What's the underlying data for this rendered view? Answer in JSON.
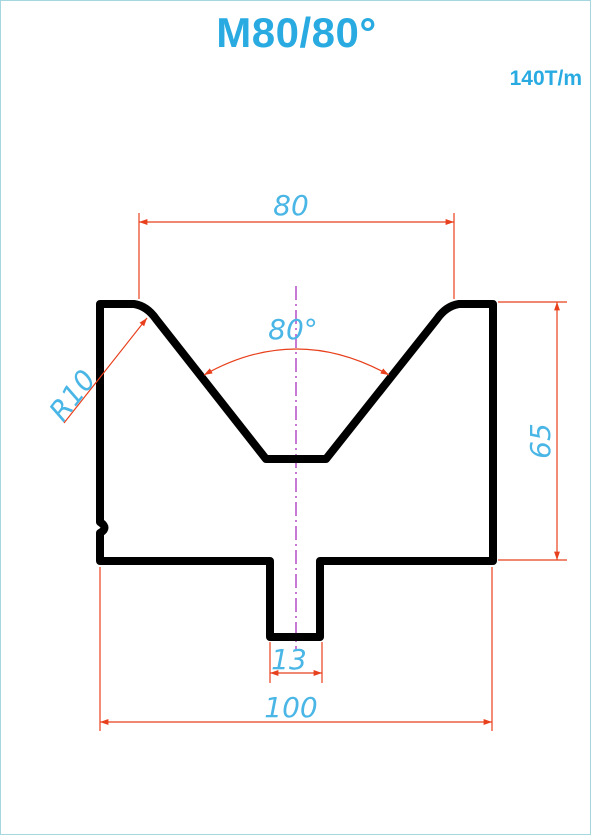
{
  "title": "M80/80°",
  "capacity": "140T/m",
  "dimensions": {
    "opening_width": "80",
    "opening_angle": "80°",
    "radius": "R10",
    "height": "65",
    "tang_width": "13",
    "total_width": "100"
  },
  "colors": {
    "title": "#29abe2",
    "dimension_text": "#4ab6e6",
    "dimension_lines": "#e8401c",
    "profile": "#000000",
    "centerline": "#b44fc8",
    "frame": "#a6d6de"
  }
}
